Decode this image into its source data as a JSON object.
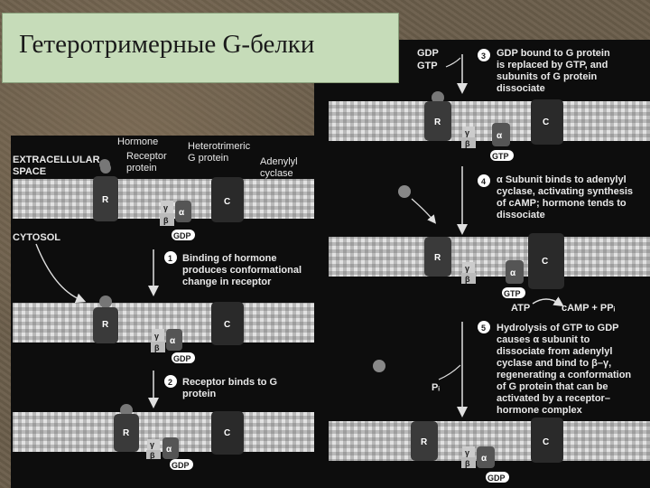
{
  "title": "Гетеротримерные G-белки",
  "labels": {
    "hormone": "Hormone",
    "receptor": [
      "Receptor",
      "protein"
    ],
    "gprotein": [
      "Heterotrimeric",
      "G protein"
    ],
    "cyclase": [
      "Adenylyl",
      "cyclase"
    ],
    "extracellular": [
      "EXTRACELLULAR",
      "SPACE"
    ],
    "cytosol": "CYTOSOL",
    "gdp": "GDP",
    "gtp": "GTP",
    "gdp_gtp": [
      "GDP",
      "GTP"
    ],
    "r": "R",
    "c": "C",
    "alpha": "α",
    "beta": "β",
    "gamma": "γ",
    "atp": "ATP",
    "camp": "cAMP + PPᵢ",
    "pi": "Pᵢ"
  },
  "steps": [
    {
      "num": "1",
      "lines": [
        "Binding of hormone",
        "produces conformational",
        "change in receptor"
      ]
    },
    {
      "num": "2",
      "lines": [
        "Receptor binds to G",
        "protein"
      ]
    },
    {
      "num": "3",
      "lines": [
        "GDP bound to G protein",
        "is replaced by GTP, and",
        "subunits of G protein",
        "dissociate"
      ]
    },
    {
      "num": "4",
      "lines": [
        "α Subunit binds to adenylyl",
        "cyclase, activating synthesis",
        "of cAMP; hormone tends to",
        "dissociate"
      ]
    },
    {
      "num": "5",
      "lines": [
        "Hydrolysis of GTP to GDP",
        "causes α subunit to",
        "dissociate from adenylyl",
        "cyclase and bind to β–γ,",
        "regenerating a conformation",
        "of G protein that can be",
        "activated by a receptor–",
        "hormone complex"
      ]
    }
  ]
}
